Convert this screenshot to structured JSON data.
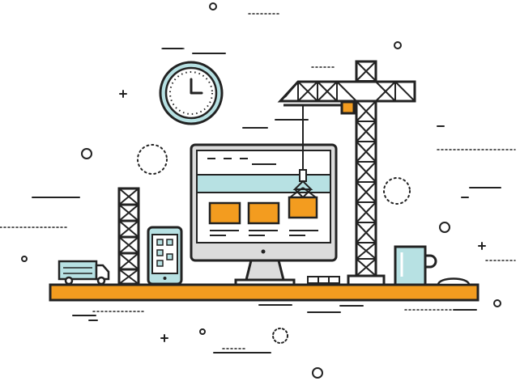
{
  "illustration": {
    "subject": "website-under-construction",
    "colors": {
      "outline": "#222222",
      "accent_orange": "#f39c1f",
      "accent_cyan": "#b7e1e3",
      "screen_white": "#ffffff",
      "panel_grey": "#dcdcdc"
    },
    "icons": [
      "wall-clock-icon",
      "tower-crane-icon",
      "desktop-monitor-icon",
      "smartphone-icon",
      "delivery-truck-icon",
      "scaffold-tower-icon",
      "coffee-mug-icon",
      "computer-mouse-icon",
      "keyboard-icon",
      "desk-shelf"
    ],
    "clock": {
      "hour": 3,
      "minute": 0
    }
  }
}
